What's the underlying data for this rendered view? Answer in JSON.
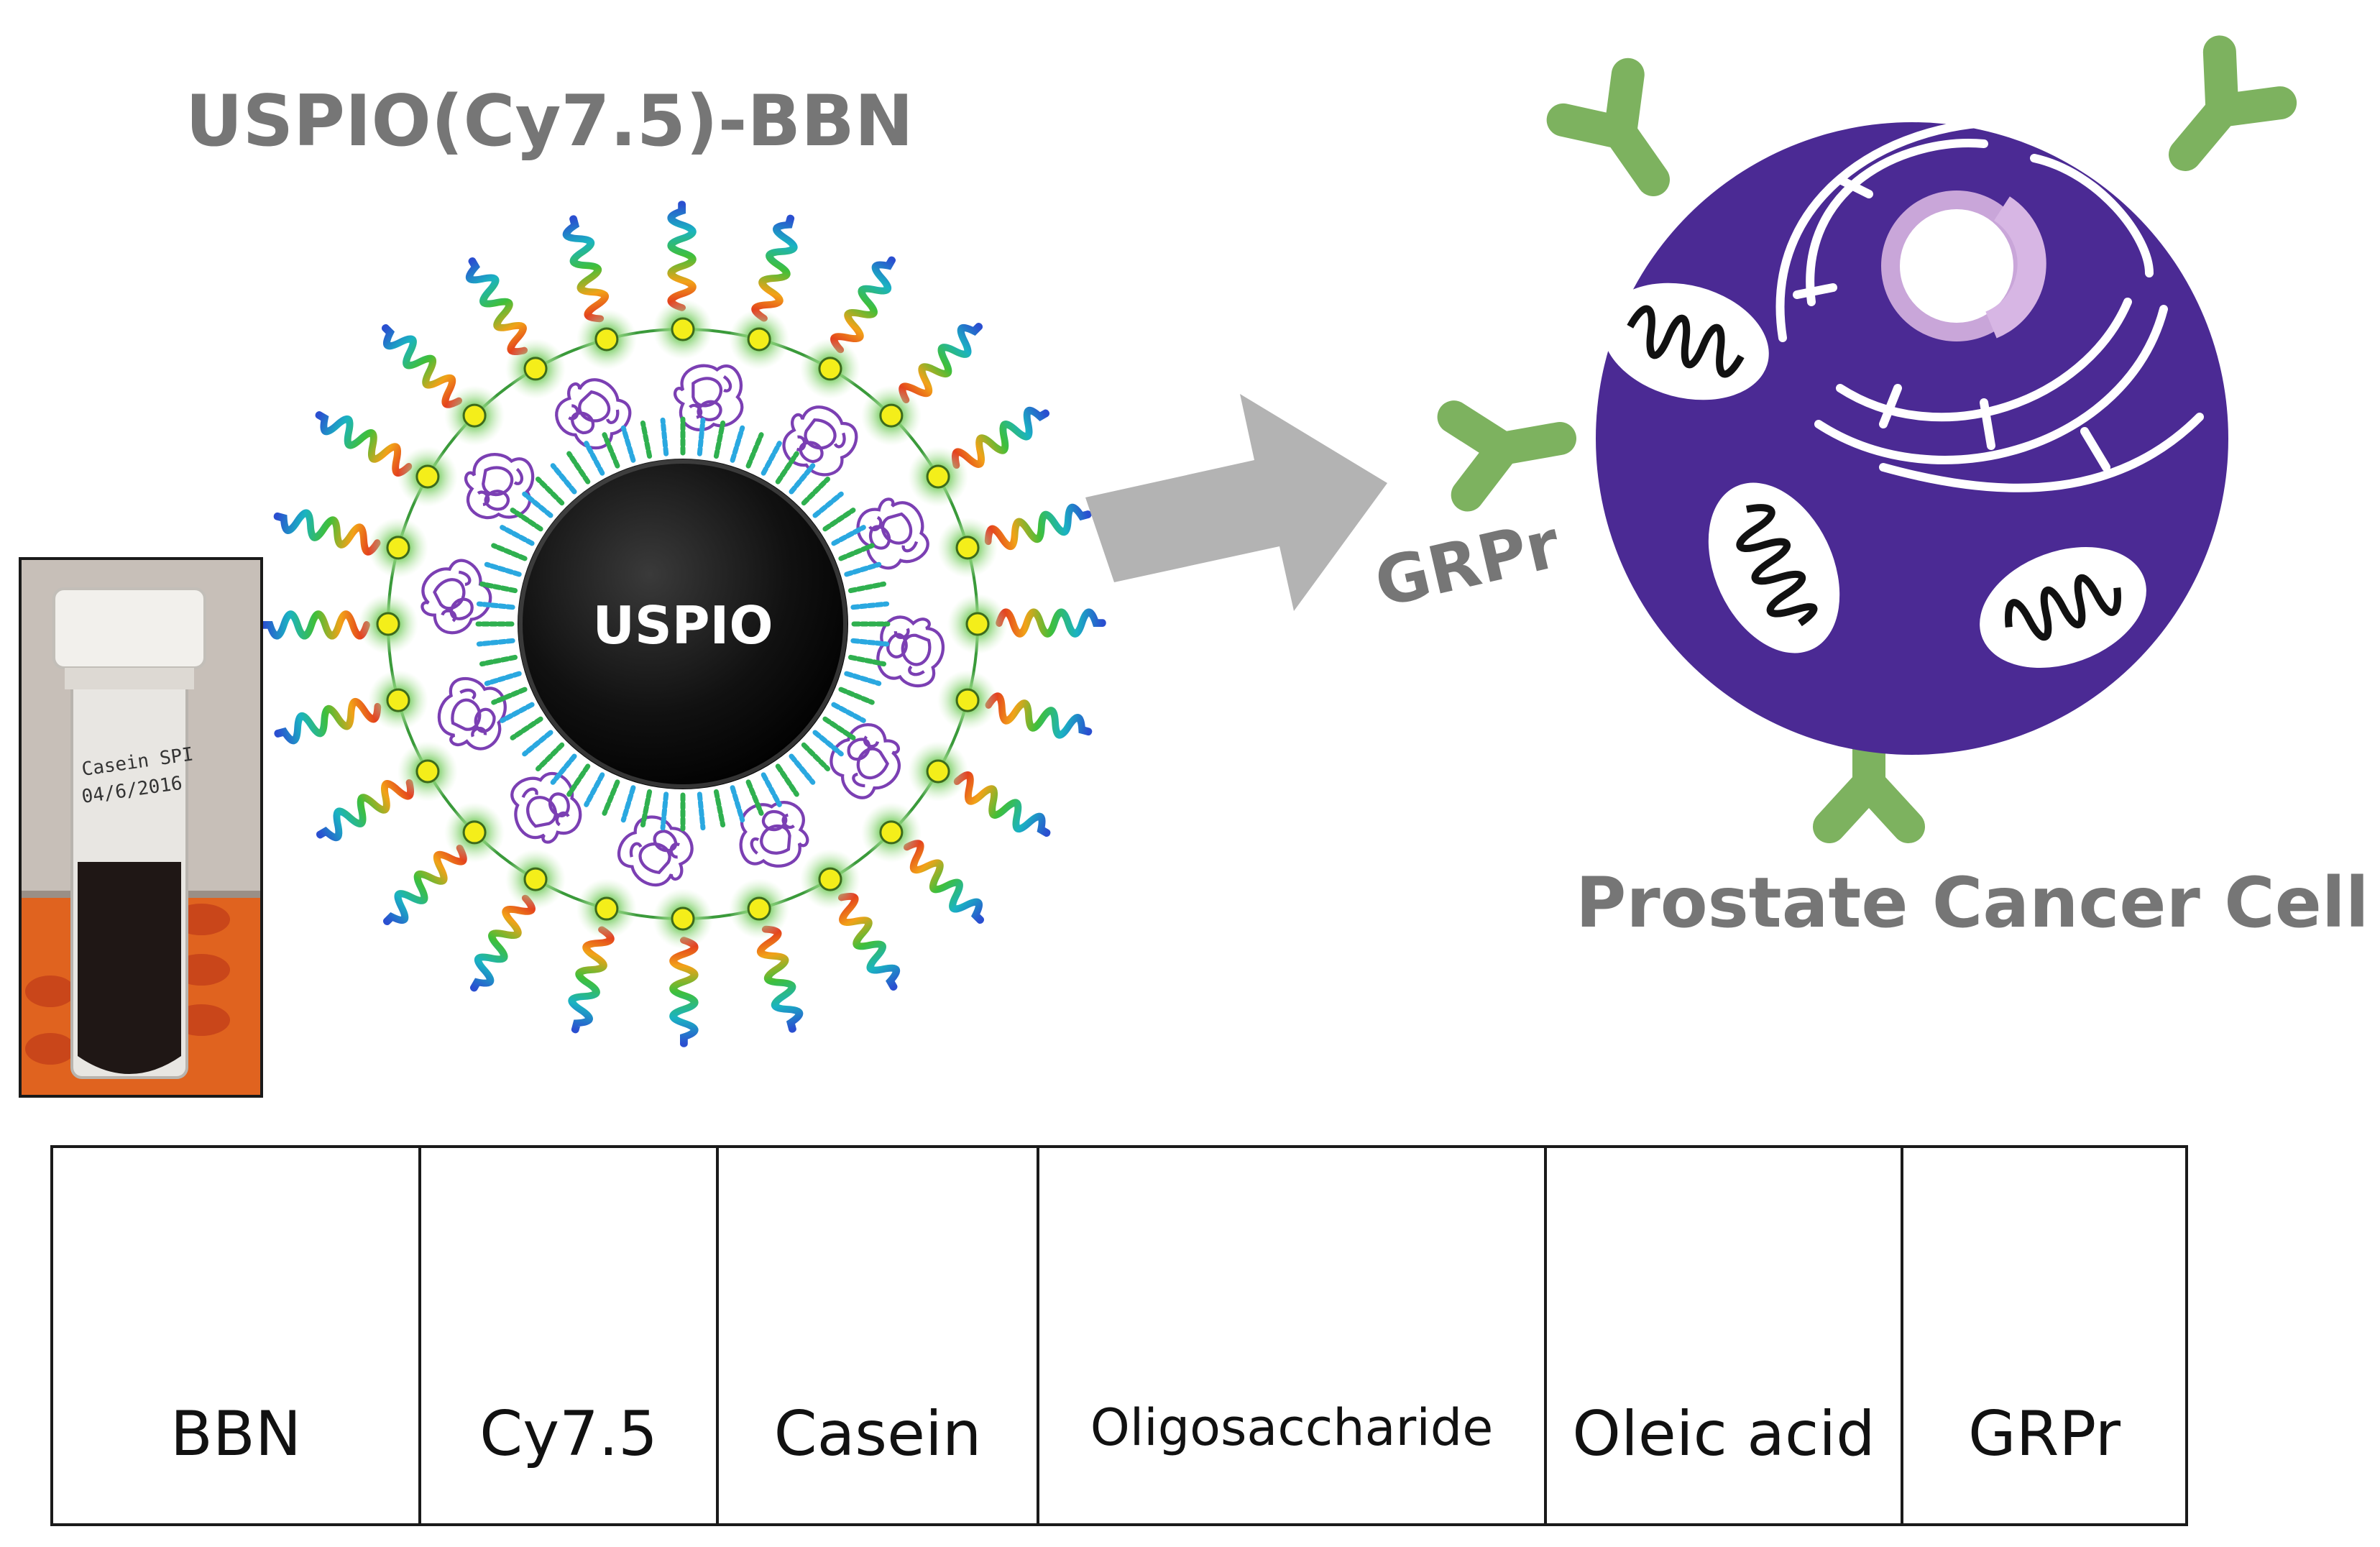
{
  "nanoparticle": {
    "title": "USPIO(Cy7.5)-BBN",
    "core_label": "USPIO"
  },
  "cell": {
    "title": "Prostate Cancer Cell",
    "receptor_label": "GRPr"
  },
  "vial_photo": {
    "tube_label_lines": [
      "Casein SPI",
      "04/6/2016"
    ]
  },
  "legend": {
    "items": [
      {
        "label": "BBN",
        "icon": "bbn-helix-icon"
      },
      {
        "label": "Cy7.5",
        "icon": "cy75-star-icon"
      },
      {
        "label": "Casein",
        "icon": "casein-coil-icon"
      },
      {
        "label": "Oligosaccharide",
        "icon": "oligosaccharide-wave-icon"
      },
      {
        "label": "Oleic acid",
        "icon": "oleic-acid-zigzag-icon"
      },
      {
        "label": "GRPr",
        "icon": "grpr-receptor-icon"
      }
    ]
  },
  "colors": {
    "cell_body": "#4b2a94",
    "receptor": "#7db25f",
    "cy75_fill": "#f4ee1a",
    "cy75_glow": "#8fd17a",
    "casein": "#7b3fb3",
    "oligosaccharide": "#2fb04f",
    "oleic_acid": "#2aa8e0",
    "arrow": "#b3b3b3",
    "title_gray": "#767676"
  }
}
